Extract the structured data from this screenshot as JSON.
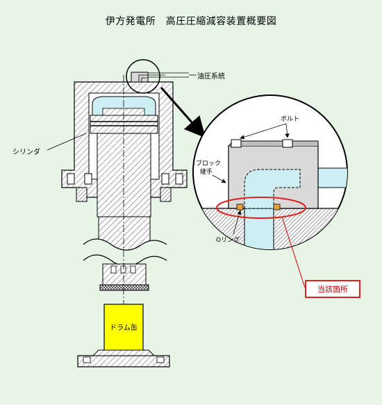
{
  "title": "伊方発電所　高圧圧縮減容装置概要図",
  "labels": {
    "oil_pressure_system": "油圧系統",
    "cylinder": "シリンダ",
    "bolt": "ボルト",
    "block_joint_line1": "ブロック",
    "block_joint_line2": "継手",
    "o_ring": "Oリング",
    "drum_can": "ドラム缶",
    "affected_area": "当該箇所"
  },
  "colors": {
    "background": "#e6f5e6",
    "oil": "#cdeef2",
    "drum": "#ffff00",
    "highlight": "#e02020",
    "metal": "#ffffff",
    "block": "#d9d9d9"
  }
}
